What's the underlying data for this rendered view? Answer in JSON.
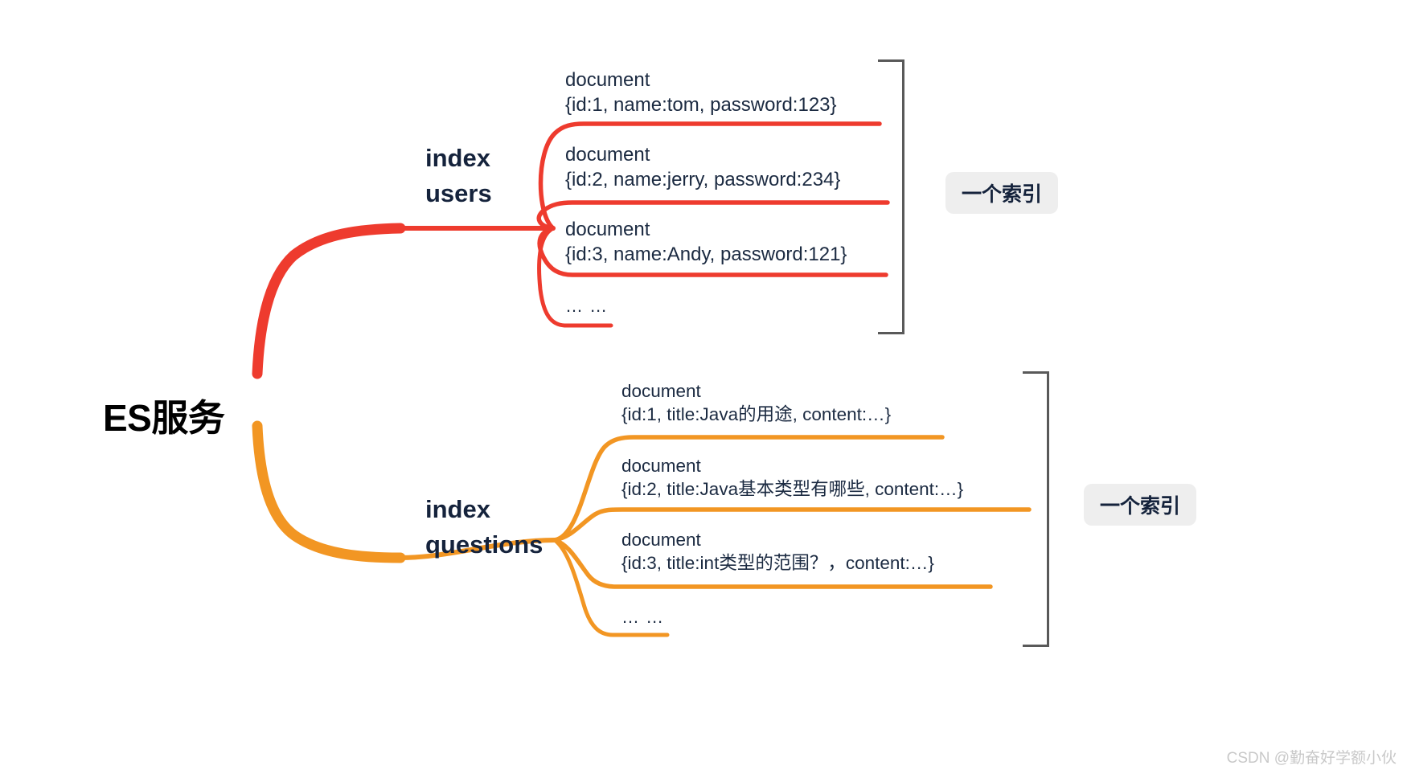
{
  "diagram": {
    "title": "ES 服务 index / document 结构图",
    "root": {
      "label": "ES服务"
    },
    "colors": {
      "branch_users": "#EE3B2E",
      "branch_questions": "#F29623",
      "text": "#1b2a41",
      "badge_background": "#eeeeee",
      "bracket": "#595959",
      "watermark": "#c9c9c9",
      "background": "#ffffff"
    },
    "branches": [
      {
        "name": "users",
        "index_label_lines": [
          "index",
          "users"
        ],
        "color": "#EE3B2E",
        "documents": [
          {
            "title": "document",
            "body": "{id:1, name:tom, password:123}"
          },
          {
            "title": "document",
            "body": "{id:2, name:jerry, password:234}"
          },
          {
            "title": "document",
            "body": "{id:3, name:Andy, password:121}"
          }
        ],
        "ellipsis": "… …",
        "badge": "一个索引"
      },
      {
        "name": "questions",
        "index_label_lines": [
          "index",
          "questions"
        ],
        "color": "#F29623",
        "documents": [
          {
            "title": "document",
            "body": "{id:1, title:Java的用途, content:…}"
          },
          {
            "title": "document",
            "body": "{id:2, title:Java基本类型有哪些, content:…}"
          },
          {
            "title": "document",
            "body": "{id:3, title:int类型的范围？，content:…}"
          }
        ],
        "ellipsis": "… …",
        "badge": "一个索引"
      }
    ],
    "watermark": "CSDN @勤奋好学额小伙"
  }
}
